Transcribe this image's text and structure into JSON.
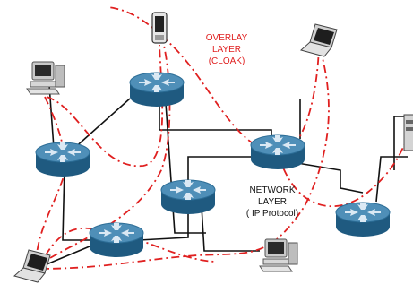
{
  "overlay_label": {
    "line1": "OVERLAY",
    "line2": "LAYER",
    "line3": "(CLOAK)",
    "color": "#e02020"
  },
  "network_label": {
    "line1": "NETWORK",
    "line2": "LAYER",
    "line3": "( IP Protocol)",
    "color": "#111111"
  },
  "colors": {
    "router_top": "#4f8fb8",
    "router_side": "#1f5a80",
    "router_arrow": "#dbe9f4",
    "link": "#111111",
    "overlay": "#e02020"
  },
  "icons": [
    "router-icon",
    "desktop-computer-icon",
    "laptop-icon",
    "mobile-phone-icon"
  ]
}
